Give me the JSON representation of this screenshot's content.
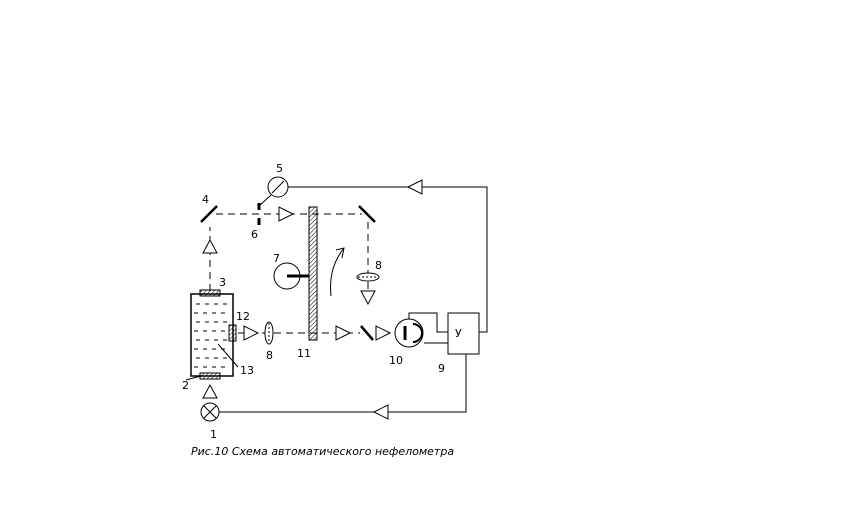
{
  "labels": {
    "n1": "1",
    "n2": "2",
    "n3": "3",
    "n4": "4",
    "n5": "5",
    "n6": "6",
    "n7": "7",
    "n8a": "8",
    "n8b": "8",
    "n9": "9",
    "n10": "10",
    "n11": "11",
    "n12": "12",
    "n13": "13",
    "amp": "У"
  },
  "caption": "Рис.10 Схема  автоматического  нефелометра"
}
